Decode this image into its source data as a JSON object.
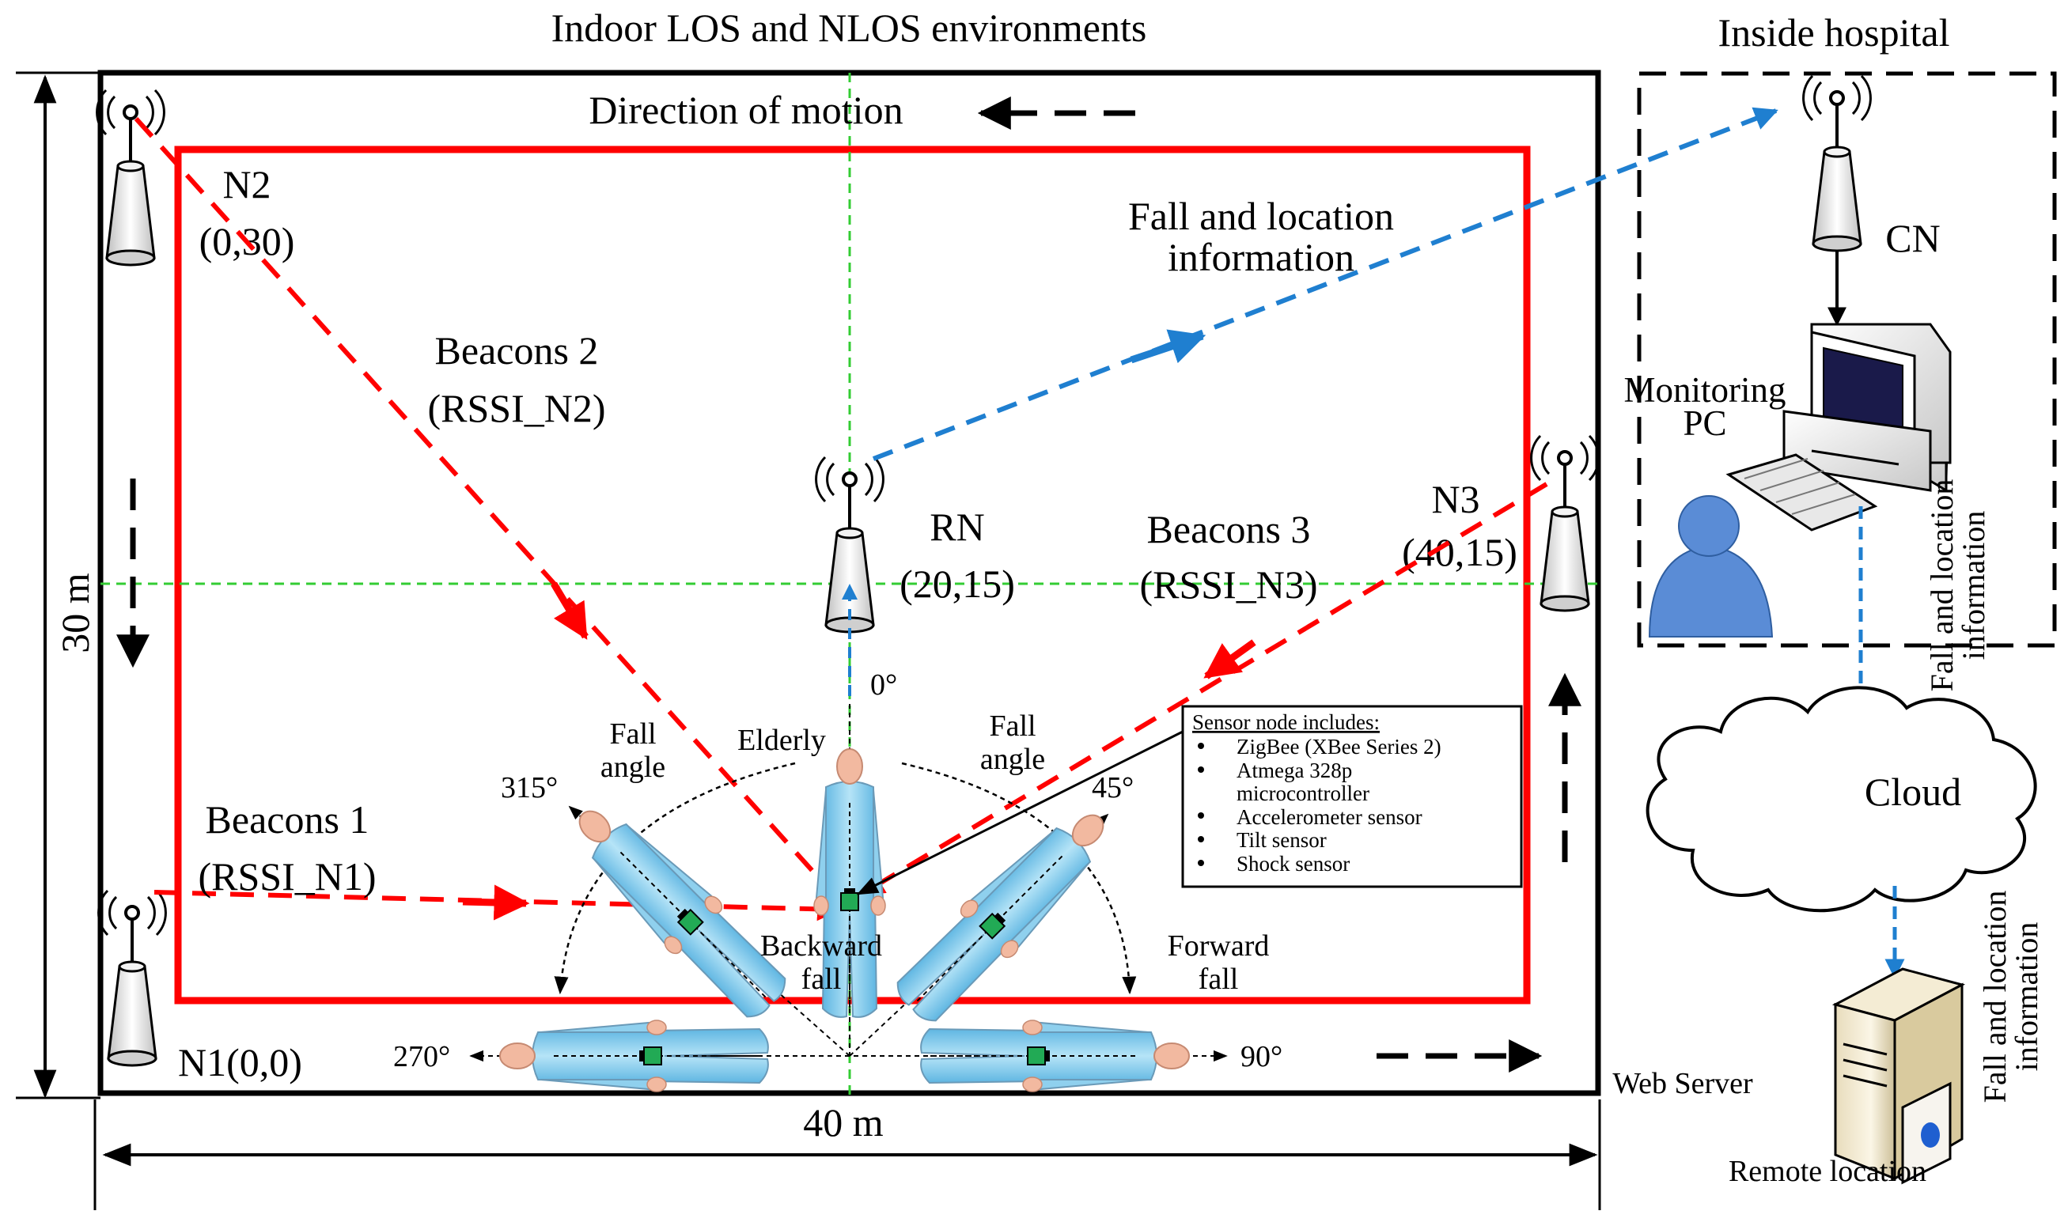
{
  "titles": {
    "environment": "Indoor LOS and NLOS environments",
    "hospital": "Inside hospital"
  },
  "room": {
    "width_label": "40 m",
    "height_label": "30 m",
    "motion_label": "Direction of motion"
  },
  "nodes": {
    "n2": {
      "name": "N2",
      "coords": "(0,30)"
    },
    "n1": {
      "label": "N1(0,0)"
    },
    "n3": {
      "name": "N3",
      "coords": "(40,15)"
    },
    "rn": {
      "name": "RN",
      "coords": "(20,15)"
    },
    "cn": {
      "name": "CN"
    }
  },
  "beacons": {
    "b1": {
      "name": "Beacons 1",
      "rssi": "(RSSI_N1)"
    },
    "b2": {
      "name": "Beacons 2",
      "rssi": "(RSSI_N2)"
    },
    "b3": {
      "name": "Beacons 3",
      "rssi": "(RSSI_N3)"
    }
  },
  "fall_info": {
    "line1": "Fall and location",
    "line2": "information"
  },
  "fall": {
    "elderly": "Elderly",
    "fall_angle_1": "Fall",
    "fall_angle_2": "angle",
    "backward_1": "Backward",
    "backward_2": "fall",
    "forward_1": "Forward",
    "forward_2": "fall",
    "angles": {
      "a0": "0°",
      "a45": "45°",
      "a90": "90°",
      "a270": "270°",
      "a315": "315°"
    }
  },
  "sensor_node": {
    "title": "Sensor node includes:",
    "items": [
      "ZigBee (XBee Series 2)",
      "Atmega 328p",
      "microcontroller",
      "Accelerometer sensor",
      "Tilt sensor",
      "Shock sensor"
    ]
  },
  "monitoring": {
    "line1": "Monitoring",
    "line2": "PC"
  },
  "cloud": "Cloud",
  "web_server": "Web Server",
  "remote": "Remote location",
  "colors": {
    "red": "#ff0000",
    "blue": "#1f7fd0",
    "green": "#33cc33",
    "body_blue": "#8fd0ee",
    "sensor_green": "#22aa55",
    "user_blue": "#5a8cd6"
  }
}
